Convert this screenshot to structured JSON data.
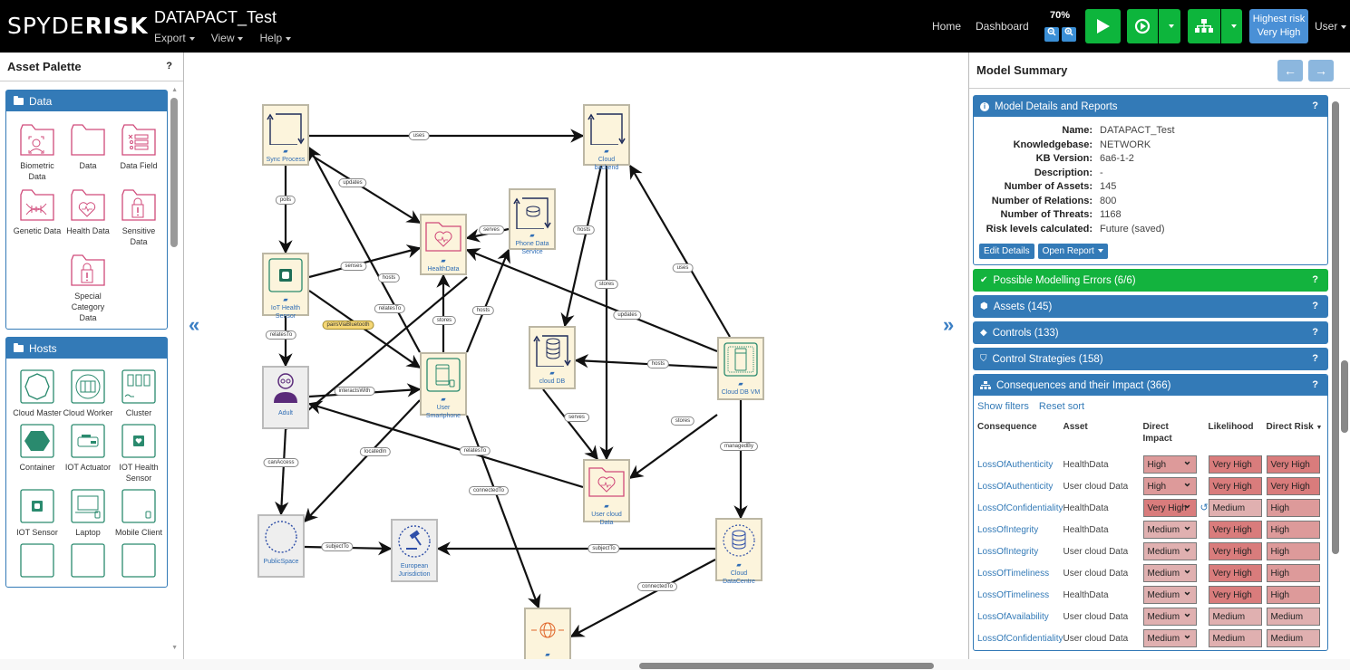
{
  "app": {
    "logo_light": "SPYDE",
    "logo_bold": "RISK",
    "model_title": "DATAPACT_Test",
    "menus": [
      "Export",
      "View",
      "Help"
    ],
    "nav": {
      "home": "Home",
      "dashboard": "Dashboard",
      "user": "User"
    },
    "zoom_level": "70%",
    "highest_risk_label": "Highest risk",
    "highest_risk_value": "Very High"
  },
  "palette": {
    "title": "Asset Palette",
    "help": "?",
    "groups": [
      {
        "name": "Data",
        "items": [
          "Biometric Data",
          "Data",
          "Data Field",
          "Genetic Data",
          "Health Data",
          "Sensitive Data",
          "Special Category Data"
        ]
      },
      {
        "name": "Hosts",
        "items": [
          "Cloud Master",
          "Cloud Worker",
          "Cluster",
          "Container",
          "IOT Actuator",
          "IOT Health Sensor",
          "IOT Sensor",
          "Laptop",
          "Mobile Client"
        ]
      }
    ]
  },
  "diagram": {
    "nodes": [
      {
        "id": "sync",
        "label": "Sync Process"
      },
      {
        "id": "cloudbackend",
        "label": "Cloud backend"
      },
      {
        "id": "phoneds",
        "label": "Phone Data Service"
      },
      {
        "id": "healthdata",
        "label": "HealthData"
      },
      {
        "id": "iot",
        "label": "IoT Health Sensor"
      },
      {
        "id": "adult",
        "label": "Adult"
      },
      {
        "id": "smartphone",
        "label": "User Smartphone"
      },
      {
        "id": "clouddb",
        "label": "cloud DB"
      },
      {
        "id": "clouddbvm",
        "label": "Cloud DB VM"
      },
      {
        "id": "usercloud",
        "label": "User cloud Data"
      },
      {
        "id": "publicspace",
        "label": "PublicSpace"
      },
      {
        "id": "eu",
        "label": "European Jurisdiction"
      },
      {
        "id": "datacentre",
        "label": "Cloud DataCentre"
      },
      {
        "id": "internet",
        "label": ""
      }
    ],
    "edge_labels": [
      "uses",
      "updates",
      "polls",
      "serves",
      "senses",
      "hosts",
      "relatesTo",
      "pairsViaBluetooth",
      "relatesTo",
      "stores",
      "hosts",
      "uses",
      "updates",
      "hosts",
      "stores",
      "hosts",
      "interactsWith",
      "serves",
      "stores",
      "managedBy",
      "canAccess",
      "locatedIn",
      "relatesTo",
      "connectedTo",
      "subjectTo",
      "subjectTo",
      "connectedTo"
    ]
  },
  "summary": {
    "title": "Model Summary",
    "details_panel": {
      "title": "Model Details and Reports",
      "help": "?",
      "rows": [
        {
          "k": "Name:",
          "v": "DATAPACT_Test"
        },
        {
          "k": "Knowledgebase:",
          "v": "NETWORK"
        },
        {
          "k": "KB Version:",
          "v": "6a6-1-2"
        },
        {
          "k": "Description:",
          "v": "-"
        },
        {
          "k": "Number of Assets:",
          "v": "145"
        },
        {
          "k": "Number of Relations:",
          "v": "800"
        },
        {
          "k": "Number of Threats:",
          "v": "1168"
        },
        {
          "k": "Risk levels calculated:",
          "v": "Future (saved)"
        }
      ],
      "edit_btn": "Edit Details",
      "report_btn": "Open Report"
    },
    "panels": [
      {
        "title": "Possible Modelling Errors (6/6)",
        "icon": "check-icon",
        "color": "#13b33e"
      },
      {
        "title": "Assets (145)",
        "icon": "cube-icon",
        "color": "#337ab7"
      },
      {
        "title": "Controls (133)",
        "icon": "tag-icon",
        "color": "#337ab7"
      },
      {
        "title": "Control Strategies (158)",
        "icon": "shield-icon",
        "color": "#337ab7"
      }
    ],
    "consequences": {
      "title": "Consequences and their Impact (366)",
      "show_filters": "Show filters",
      "reset_sort": "Reset sort",
      "headers": [
        "Consequence",
        "Asset",
        "Direct Impact",
        "Likelihood",
        "Direct Risk"
      ],
      "rows": [
        {
          "consequence": "LossOfAuthenticity",
          "asset": "HealthData",
          "impact": "High",
          "likelihood": "Very High",
          "risk": "Very High"
        },
        {
          "consequence": "LossOfAuthenticity",
          "asset": "User cloud Data",
          "impact": "High",
          "likelihood": "Very High",
          "risk": "Very High"
        },
        {
          "consequence": "LossOfConfidentiality",
          "asset": "HealthData",
          "impact": "Very High",
          "likelihood": "Medium",
          "risk": "High",
          "reverted": true
        },
        {
          "consequence": "LossOfIntegrity",
          "asset": "HealthData",
          "impact": "Medium",
          "likelihood": "Very High",
          "risk": "High"
        },
        {
          "consequence": "LossOfIntegrity",
          "asset": "User cloud Data",
          "impact": "Medium",
          "likelihood": "Very High",
          "risk": "High"
        },
        {
          "consequence": "LossOfTimeliness",
          "asset": "User cloud Data",
          "impact": "Medium",
          "likelihood": "Very High",
          "risk": "High"
        },
        {
          "consequence": "LossOfTimeliness",
          "asset": "HealthData",
          "impact": "Medium",
          "likelihood": "Very High",
          "risk": "High"
        },
        {
          "consequence": "LossOfAvailability",
          "asset": "User cloud Data",
          "impact": "Medium",
          "likelihood": "Medium",
          "risk": "Medium"
        },
        {
          "consequence": "LossOfConfidentiality",
          "asset": "User cloud Data",
          "impact": "Medium",
          "likelihood": "Medium",
          "risk": "Medium"
        }
      ]
    }
  },
  "colors": {
    "very_high": "#d97c7c",
    "high": "#dd9a9a",
    "medium": "#e0b0b0",
    "brand_blue": "#337ab7",
    "green": "#13b33e"
  }
}
